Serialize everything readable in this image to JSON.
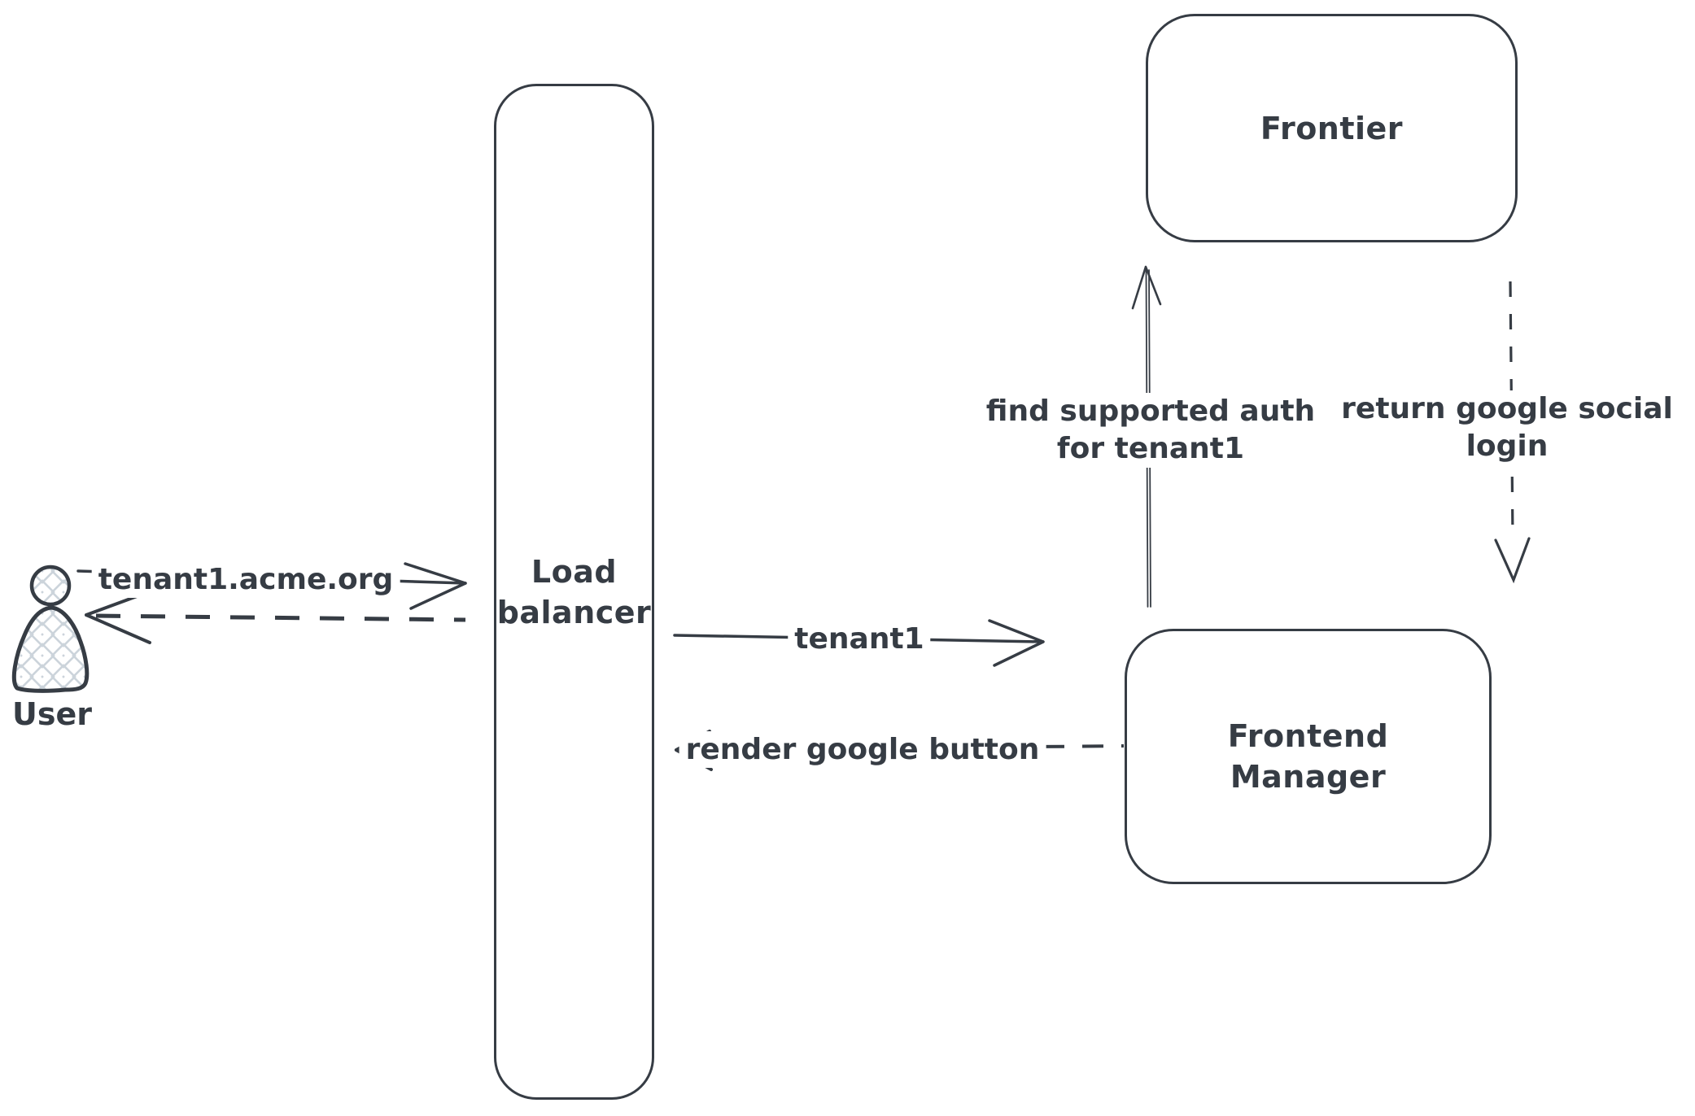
{
  "canvas": {
    "background": "#ffffff",
    "ink_color": "#363c44",
    "hatch_color": "#ccd4db"
  },
  "actors": {
    "user": {
      "label": "User"
    }
  },
  "nodes": {
    "load_balancer": {
      "line1": "Load",
      "line2": "balancer"
    },
    "frontier": {
      "label": "Frontier"
    },
    "frontend_manager": {
      "line1": "Frontend",
      "line2": "Manager"
    }
  },
  "arrows": {
    "user_to_load_balancer": {
      "label": "tenant1.acme.org",
      "style": "solid"
    },
    "load_balancer_to_user": {
      "style": "dashed"
    },
    "load_balancer_to_frontend_manager": {
      "label": "tenant1",
      "style": "solid"
    },
    "frontend_manager_to_load_balancer": {
      "label": "render google button",
      "style": "dashed"
    },
    "frontend_manager_to_frontier": {
      "label_line1": "find supported auth",
      "label_line2": "for tenant1",
      "style": "solid"
    },
    "frontier_to_frontend_manager": {
      "label_line1": "return google social",
      "label_line2": "login",
      "style": "dashed"
    }
  }
}
